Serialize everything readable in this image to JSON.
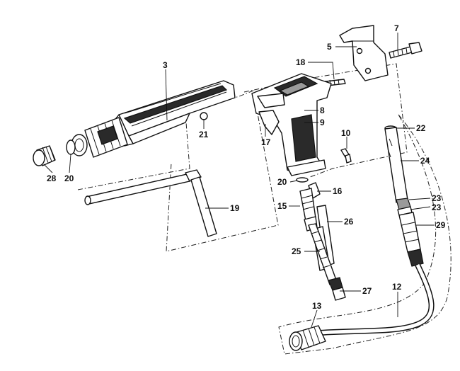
{
  "callouts": {
    "c3": "3",
    "c5": "5",
    "c7": "7",
    "c8": "8",
    "c9": "9",
    "c10": "10",
    "c12": "12",
    "c13": "13",
    "c15": "15",
    "c16": "16",
    "c17": "17",
    "c18": "18",
    "c19": "19",
    "c20a": "20",
    "c20b": "20",
    "c21": "21",
    "c22": "22",
    "c23a": "23",
    "c23b": "23",
    "c24": "24",
    "c25": "25",
    "c26": "26",
    "c27": "27",
    "c28": "28",
    "c29": "29"
  }
}
